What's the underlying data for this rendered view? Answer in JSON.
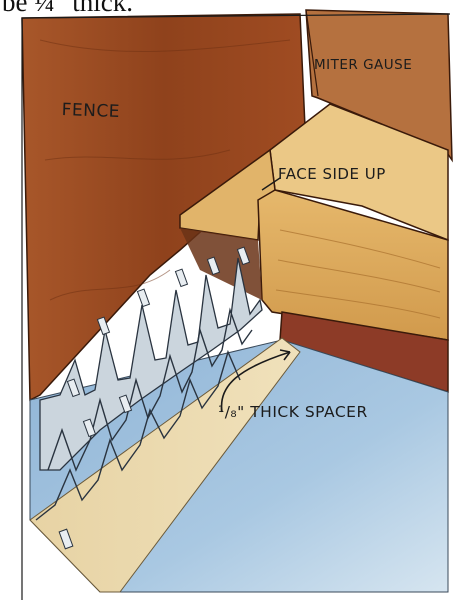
{
  "caption_fragment": "be ¼\" thick.",
  "labels": {
    "fence": "FENCE",
    "miter_gauge": "MITER GAUSE",
    "face_side_up": "FACE SIDE UP",
    "spacer": "¹/₈\" THICK SPACER"
  },
  "colors": {
    "fence_wood": "#9a4a1e",
    "miter_face": "#b36b3c",
    "board_face": "#e2b56a",
    "table_blue": "#9fc0dd",
    "blade_steel": "#c9d3da",
    "spacer_red": "#8c3a26"
  }
}
